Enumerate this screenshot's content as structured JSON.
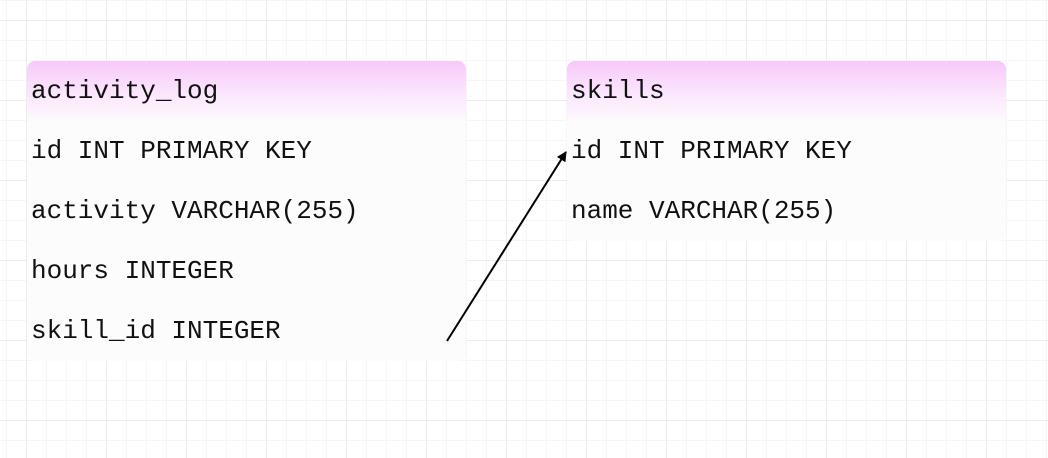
{
  "tables": [
    {
      "name": "activity_log",
      "columns": [
        "id INT PRIMARY KEY",
        "activity VARCHAR(255)",
        "hours INTEGER",
        "skill_id INTEGER"
      ]
    },
    {
      "name": "skills",
      "columns": [
        "id INT PRIMARY KEY",
        "name VARCHAR(255)"
      ]
    }
  ],
  "relations": [
    {
      "from_table": "activity_log",
      "from_column": "skill_id INTEGER",
      "to_table": "skills",
      "to_column": "id INT PRIMARY KEY"
    }
  ],
  "colors": {
    "header_top": "#f8c8fa",
    "header_bottom": "#fdfafd",
    "body": "#fcfcfc",
    "text": "#111111",
    "arrow": "#000000"
  }
}
